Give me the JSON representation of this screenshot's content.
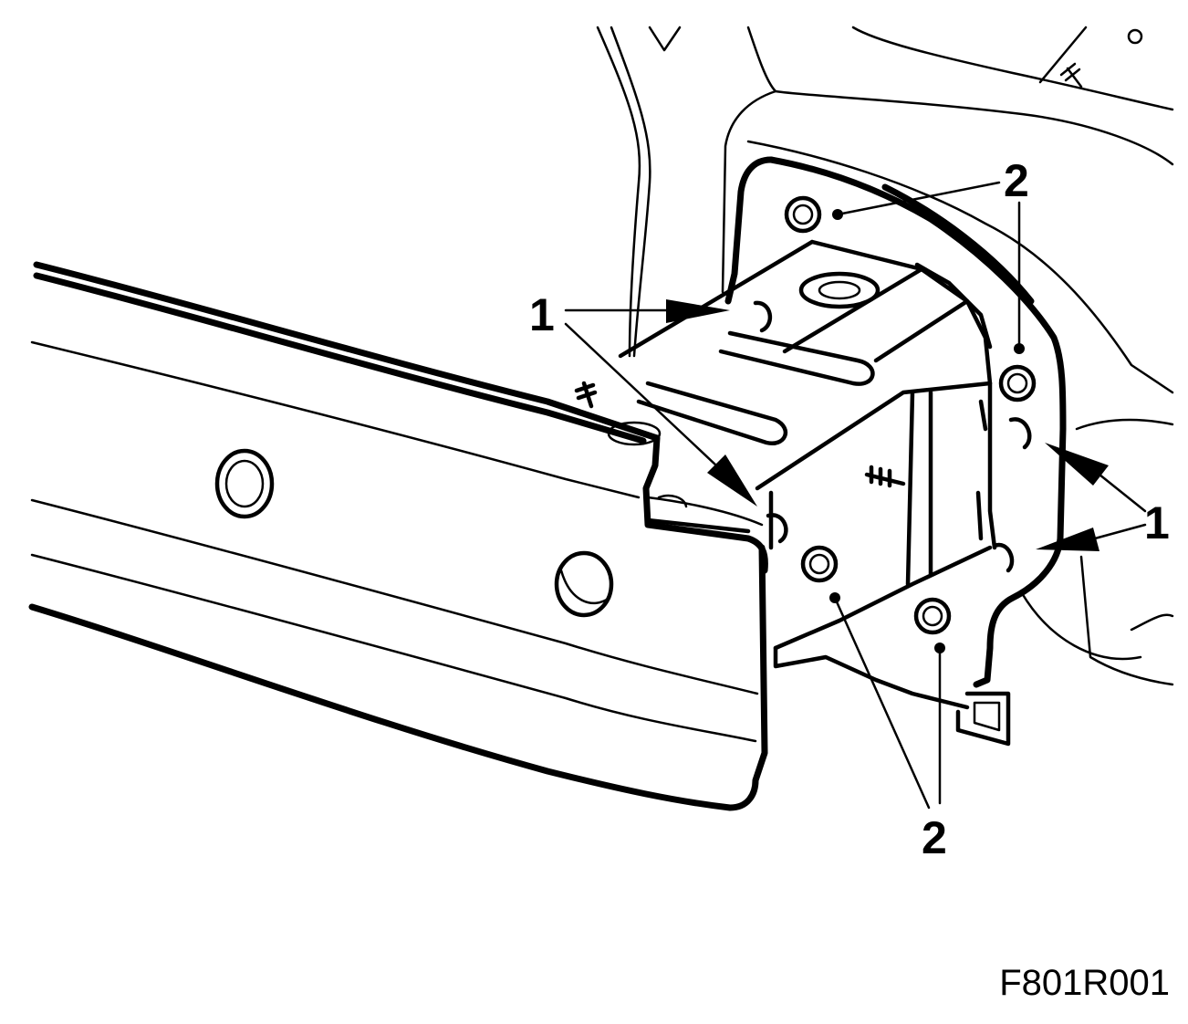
{
  "callouts": {
    "label_1": "1",
    "label_2": "2"
  },
  "figure_code": "F801R001",
  "colors": {
    "line": "#000000",
    "background": "#ffffff"
  }
}
